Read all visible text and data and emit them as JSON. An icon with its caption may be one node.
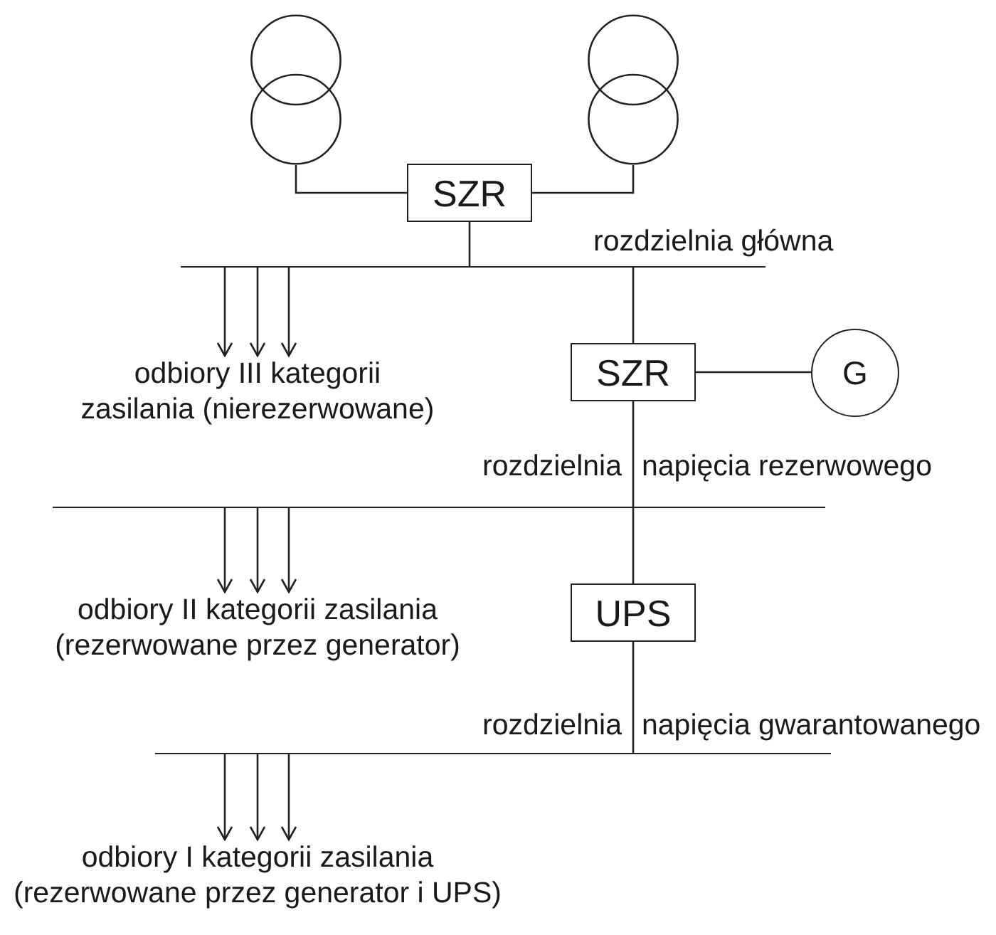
{
  "diagram": {
    "nodes": [
      {
        "text": [],
        "shape": "transformer"
      },
      {
        "text": [],
        "shape": "transformer"
      },
      {
        "text": [
          "SZR"
        ]
      },
      {
        "text": [],
        "shape": "bar",
        "beside": [
          "rozdzielnia główna"
        ]
      },
      {
        "text": [
          "odbiory III kategorii zasilania (nierezerwowane)"
        ]
      },
      {
        "text": [
          "SZR"
        ]
      },
      {
        "text": [
          "G"
        ]
      },
      {
        "text": [],
        "shape": "bar",
        "beside": [
          "rozdzielnia",
          "napięcia rezerwowego"
        ]
      },
      {
        "text": [
          "odbiory II kategorii zasilania (rezerwowane przez generator)"
        ]
      },
      {
        "text": [
          "UPS"
        ]
      },
      {
        "text": [],
        "shape": "bar",
        "beside": [
          "rozdzielnia",
          "napięcia gwarantowanego"
        ]
      },
      {
        "text": [
          "odbiory I kategorii zasilania (rezerwowane przez generator i UPS)"
        ]
      }
    ],
    "edges": [
      {
        "from": 0,
        "to": 2,
        "arrow": "none"
      },
      {
        "from": 1,
        "to": 2,
        "arrow": "none"
      },
      {
        "from": 2,
        "to": 3,
        "arrow": "none"
      },
      {
        "from": 3,
        "to": 4,
        "arrow": "to"
      },
      {
        "from": 3,
        "to": 4,
        "arrow": "to"
      },
      {
        "from": 3,
        "to": 4,
        "arrow": "to"
      },
      {
        "from": 3,
        "to": 5,
        "arrow": "none"
      },
      {
        "from": 5,
        "to": 6,
        "arrow": "none"
      },
      {
        "from": 5,
        "to": 7,
        "arrow": "none"
      },
      {
        "from": 7,
        "to": 8,
        "arrow": "to"
      },
      {
        "from": 7,
        "to": 8,
        "arrow": "to"
      },
      {
        "from": 7,
        "to": 8,
        "arrow": "to"
      },
      {
        "from": 7,
        "to": 9,
        "arrow": "none"
      },
      {
        "from": 9,
        "to": 10,
        "arrow": "none"
      },
      {
        "from": 10,
        "to": 11,
        "arrow": "to"
      },
      {
        "from": 10,
        "to": 11,
        "arrow": "to"
      },
      {
        "from": 10,
        "to": 11,
        "arrow": "to"
      }
    ]
  }
}
